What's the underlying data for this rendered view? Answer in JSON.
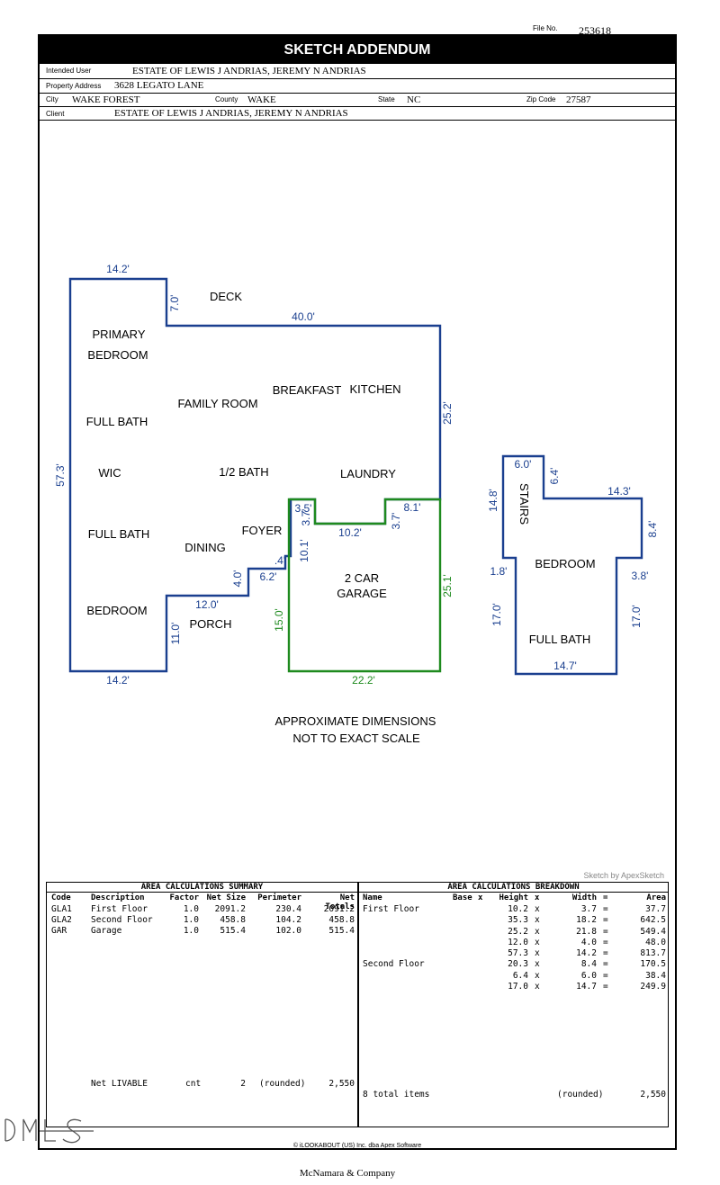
{
  "header": {
    "file_no_label": "File No.",
    "file_no": "253618",
    "title": "SKETCH ADDENDUM",
    "intended_user_label": "Intended User",
    "intended_user": "ESTATE OF LEWIS J ANDRIAS, JEREMY N ANDRIAS",
    "property_address_label": "Property Address",
    "property_address": "3628 LEGATO LANE",
    "city_label": "City",
    "city": "WAKE FOREST",
    "county_label": "County",
    "county": "WAKE",
    "state_label": "State",
    "state": "NC",
    "zip_label": "Zip Code",
    "zip": "27587",
    "client_label": "Client",
    "client": "ESTATE OF LEWIS J ANDRIAS, JEREMY N ANDRIAS"
  },
  "sketch": {
    "rooms": [
      "DECK",
      "PRIMARY",
      "BEDROOM",
      "FAMILY ROOM",
      "BREAKFAST",
      "KITCHEN",
      "FULL BATH",
      "WIC",
      "1/2 BATH",
      "LAUNDRY",
      "FULL BATH",
      "FOYER",
      "DINING",
      "2 CAR",
      "GARAGE",
      "BEDROOM",
      "PORCH",
      "STAIRS",
      "BEDROOM",
      "FULL BATH"
    ],
    "dimensions_blue": [
      "14.2'",
      "7.0'",
      "40.0'",
      "25.2'",
      "57.3'",
      "14.2'",
      "11.0'",
      "12.0'",
      "4.0'",
      "6.2'",
      ".4'",
      "10.1'",
      "3.5'",
      "3.7'",
      "10.2'",
      "3.7'",
      "8.1'",
      "6.0'",
      "6.4'",
      "14.8'",
      "14.3'",
      "8.4'",
      "1.8'",
      "3.8'",
      "17.0'",
      "17.0'",
      "14.7'"
    ],
    "dimensions_green": [
      "15.0'",
      "25.1'",
      "22.2'"
    ],
    "note_line1": "APPROXIMATE DIMENSIONS",
    "note_line2": "NOT TO EXACT SCALE",
    "credit": "Sketch by ApexSketch",
    "colors": {
      "living": "#1a3f8f",
      "garage": "#1e8a1e"
    }
  },
  "summary": {
    "title": "AREA CALCULATIONS SUMMARY",
    "headers": [
      "Code",
      "Description",
      "Factor",
      "Net Size",
      "Perimeter",
      "Net Totals"
    ],
    "rows": [
      [
        "GLA1",
        "First Floor",
        "1.0",
        "2091.2",
        "230.4",
        "2091.2"
      ],
      [
        "GLA2",
        "Second Floor",
        "1.0",
        "458.8",
        "104.2",
        "458.8"
      ],
      [
        "GAR",
        "Garage",
        "1.0",
        "515.4",
        "102.0",
        "515.4"
      ]
    ],
    "net_label": "Net LIVABLE",
    "net_cnt_label": "cnt",
    "net_cnt": "2",
    "net_rounded": "(rounded)",
    "net_total": "2,550"
  },
  "breakdown": {
    "title": "AREA CALCULATIONS BREAKDOWN",
    "headers": [
      "Name",
      "Base",
      "x",
      "Height",
      "x",
      "Width",
      "=",
      "Area"
    ],
    "rows": [
      [
        "First Floor",
        "10.2",
        "3.7",
        "37.7"
      ],
      [
        "",
        "35.3",
        "18.2",
        "642.5"
      ],
      [
        "",
        "25.2",
        "21.8",
        "549.4"
      ],
      [
        "",
        "12.0",
        "4.0",
        "48.0"
      ],
      [
        "",
        "57.3",
        "14.2",
        "813.7"
      ],
      [
        "Second Floor",
        "20.3",
        "8.4",
        "170.5"
      ],
      [
        "",
        "6.4",
        "6.0",
        "38.4"
      ],
      [
        "",
        "17.0",
        "14.7",
        "249.9"
      ]
    ],
    "total_items": "8 total items",
    "rounded": "(rounded)",
    "total": "2,550"
  },
  "footer": {
    "copyright": "© iLOOKABOUT (US) Inc. dba Apex Software",
    "company": "McNamara & Company",
    "watermark": "DMLS"
  }
}
